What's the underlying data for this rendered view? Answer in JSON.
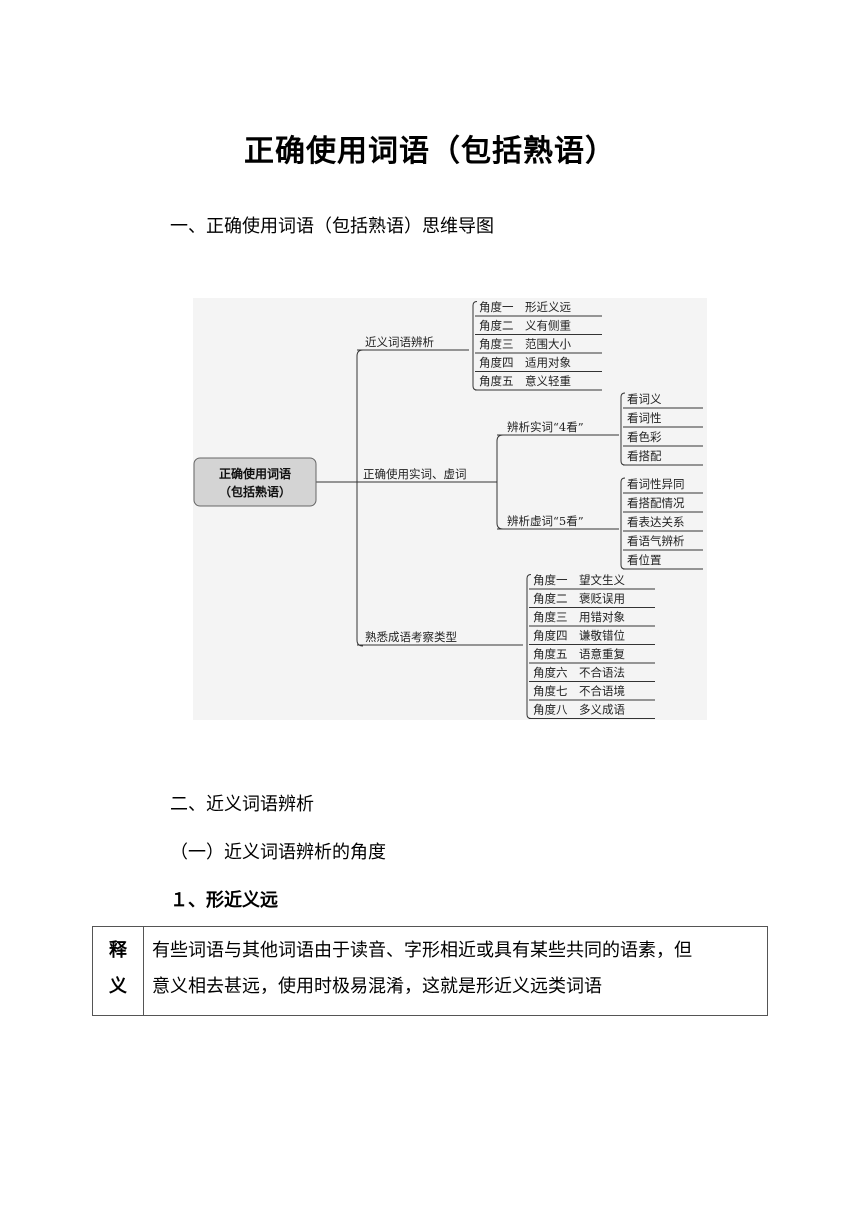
{
  "title": "正确使用词语（包括熟语）",
  "section1": "一、正确使用词语（包括熟语）思维导图",
  "mindmap": {
    "root": [
      "正确使用词语",
      "（包括熟语）"
    ],
    "branch_a": {
      "label": "近义词语辨析",
      "items": [
        "角度一　形近义远",
        "角度二　义有侧重",
        "角度三　范围大小",
        "角度四　适用对象",
        "角度五　意义轻重"
      ]
    },
    "branch_b": {
      "label": "正确使用实词、虚词",
      "sub1": {
        "label": "辨析实词“4看”",
        "items": [
          "看词义",
          "看词性",
          "看色彩",
          "看搭配"
        ]
      },
      "sub2": {
        "label": "辨析虚词“5看”",
        "items": [
          "看词性异同",
          "看搭配情况",
          "看表达关系",
          "看语气辨析",
          "看位置"
        ]
      }
    },
    "branch_c": {
      "label": "熟悉成语考察类型",
      "items": [
        "角度一　望文生义",
        "角度二　褒贬误用",
        "角度三　用错对象",
        "角度四　谦敬错位",
        "角度五　语意重复",
        "角度六　不合语法",
        "角度七　不合语境",
        "角度八　多义成语"
      ]
    }
  },
  "section2": "二、近义词语辨析",
  "section2_1": "（一）近义词语辨析的角度",
  "section2_1_1": "１、形近义远",
  "definition": {
    "label_chars": [
      "释",
      "义"
    ],
    "text_lines": [
      "有些词语与其他词语由于读音、字形相近或具有某些共同的语素，但",
      "意义相去甚远，使用时极易混淆，这就是形近义远类词语"
    ]
  }
}
